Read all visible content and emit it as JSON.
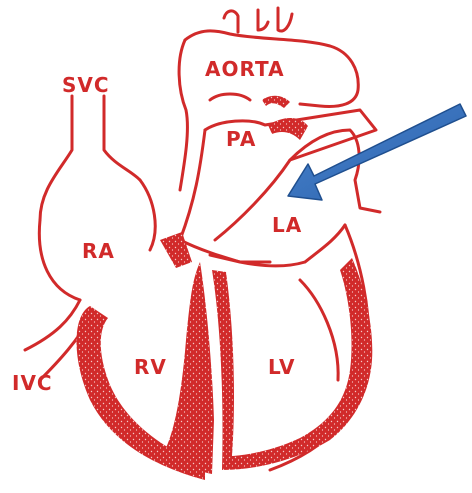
{
  "diagram": {
    "labels": {
      "aorta": "AORTA",
      "svc": "SVC",
      "pa": "PA",
      "ra": "RA",
      "la": "LA",
      "rv": "RV",
      "lv": "LV",
      "ivc": "IVC"
    },
    "colors": {
      "heart": "#d12a2a",
      "arrow": "#2f6cb5"
    }
  }
}
